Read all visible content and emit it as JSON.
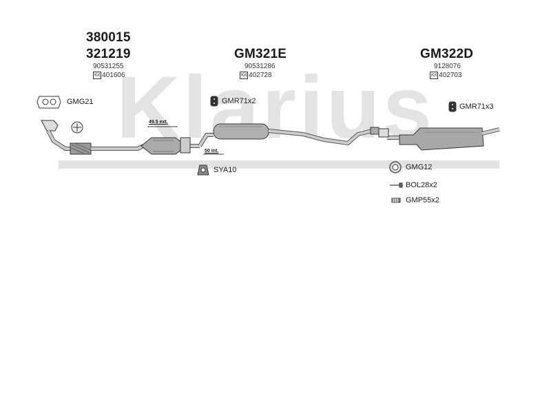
{
  "watermark": {
    "text": "Klarius",
    "color": "#e0e0e0"
  },
  "groups": [
    {
      "part_numbers": [
        "380015",
        "321219"
      ],
      "oe_number": "90531255",
      "kit_number": "401606"
    },
    {
      "part_numbers": [
        "GM321E"
      ],
      "oe_number": "90531286",
      "kit_number": "402728"
    },
    {
      "part_numbers": [
        "GM322D"
      ],
      "oe_number": "9128076",
      "kit_number": "402703"
    }
  ],
  "kit_badge": "Kit",
  "parts": {
    "gmg21": "GMG21",
    "gmr71x2": "GMR71x2",
    "gmr71x3": "GMR71x3",
    "sya10": "SYA10",
    "gmg12": "GMG12",
    "bol28x2": "BOL28x2",
    "gmp55x2": "GMP55x2"
  },
  "dimensions": {
    "ext": "49.5 ext.",
    "int": "50 int."
  }
}
